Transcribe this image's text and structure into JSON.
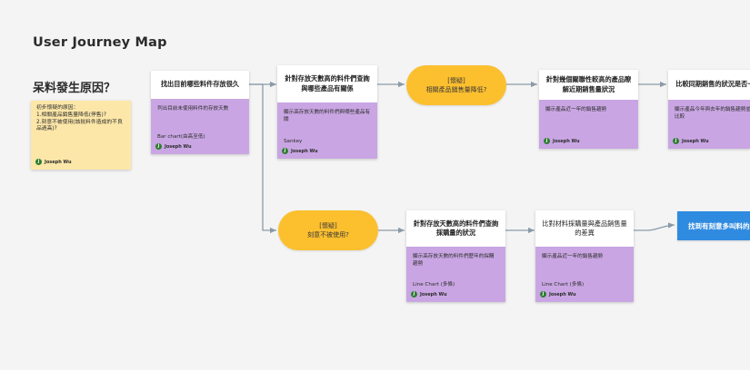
{
  "title": "User Journey Map",
  "question": "呆料發生原因？",
  "sticky": {
    "text": "初步懷疑的原因：\n1.相關產品銷售量降低(停售)?\n2.刻意不被使用(該批料件造成的不良品過高)?",
    "author": "Joseph Wu",
    "avatar": "J"
  },
  "cards": [
    {
      "header": "找出目前哪些料件存放很久",
      "desc": "列出目前未使用料件的存放天數",
      "chart": "Bar chart(由高至低)",
      "author": "Joseph Wu",
      "avatar": "J"
    },
    {
      "header": "針對存放天數高的料件們查詢與哪些產品有關係",
      "desc": "顯示高存放天數的料件們與哪些產品有關",
      "chart": "Sankey",
      "author": "Joseph Wu",
      "avatar": "J"
    },
    {
      "header": "針對幾個關聯性較高的產品瞭解近期銷售量狀況",
      "desc": "顯示產品近一年的銷售趨勢",
      "chart": "",
      "author": "Joseph Wu",
      "avatar": "J"
    },
    {
      "header": "比較同期銷售的狀況是否一致",
      "desc": "顯示產品今年與去年的銷售趨勢並進行比較",
      "chart": "",
      "author": "Joseph Wu",
      "avatar": "J"
    },
    {
      "header": "針對存放天數高的料件們查詢採購量的狀況",
      "desc": "顯示高存放天數的料件們歷年的採購趨勢",
      "chart": "Line Chart (多條)",
      "author": "Joseph Wu",
      "avatar": "J"
    },
    {
      "header": "比對材料採購量與產品銷售量的差異",
      "desc": "顯示產品近一年的銷售趨勢",
      "chart": "Line Chart (多條)",
      "author": "Joseph Wu",
      "avatar": "J"
    }
  ],
  "pills": [
    {
      "tag": "[懷疑]",
      "text": "相關產品銷售量降低?"
    },
    {
      "tag": "[懷疑]",
      "text": "刻意不被使用?"
    }
  ],
  "result": {
    "text": "找到有刻意多叫料的狀況"
  },
  "colors": {
    "sticky": "#fce7a8",
    "card_body": "#c9a6e3",
    "pill": "#fcbf2e",
    "result": "#2f8be0",
    "connector": "#8a9aa8"
  }
}
